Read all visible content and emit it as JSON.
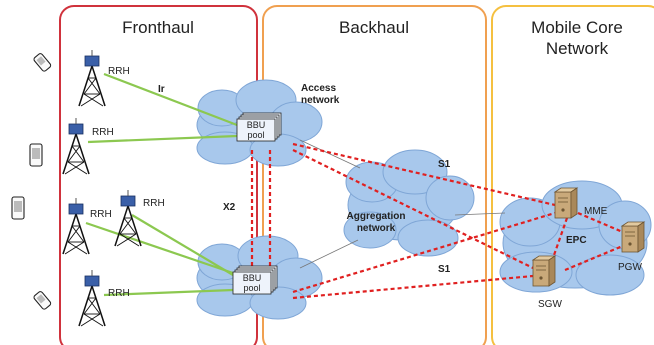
{
  "colors": {
    "fronthaul_border": "#d0323c",
    "backhaul_border": "#f0a050",
    "core_border": "#f5c040",
    "cloud": "#a8c8ec",
    "cloud_edge": "#7fa6d6",
    "fiber_link": "#8cc850",
    "x2_link": "#e02020"
  },
  "regions": {
    "fronthaul": "Fronthaul",
    "backhaul": "Backhaul",
    "core_line1": "Mobile Core",
    "core_line2": "Network"
  },
  "labels": {
    "rrh": "RRH",
    "ir": "Ir",
    "x2": "X2",
    "s1_top": "S1",
    "s1_bottom": "S1",
    "access_line1": "Access",
    "access_line2": "network",
    "aggregation_line1": "Aggregation",
    "aggregation_line2": "network",
    "bbu_line1": "BBU",
    "bbu_line2": "pool",
    "mme": "MME",
    "epc": "EPC",
    "pgw": "PGW",
    "sgw": "SGW"
  },
  "icons": [
    "phone-icon",
    "tower-icon",
    "server-icon",
    "cloud-icon"
  ]
}
